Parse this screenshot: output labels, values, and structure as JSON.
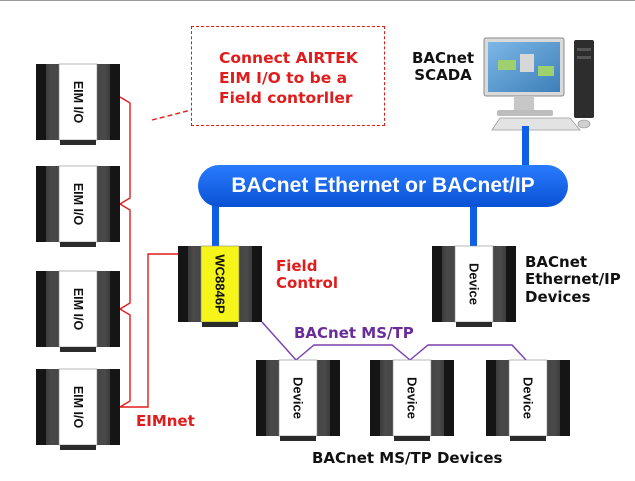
{
  "callout": {
    "lines": [
      "Connect AIRTEK",
      "EIM I/O to be a",
      "Field contorller"
    ]
  },
  "scada": {
    "line1": "BACnet",
    "line2": "SCADA"
  },
  "bus": {
    "label": "BACnet Ethernet or BACnet/IP"
  },
  "field_control": {
    "line1": "Field",
    "line2": "Control",
    "module_label": "WC8846P"
  },
  "ip_devices": {
    "line1": "BACnet",
    "line2": "Ethernet/IP",
    "line3": "Devices",
    "module_label": "Device"
  },
  "mstp": {
    "bus_label": "BACnet MS/TP",
    "devices_label": "BACnet MS/TP Devices",
    "device_labels": [
      "Device",
      "Device",
      "Device"
    ]
  },
  "eim": {
    "module_labels": [
      "EIM I/O",
      "EIM I/O",
      "EIM I/O",
      "EIM I/O"
    ],
    "net_label": "EIMnet"
  },
  "colors": {
    "bus_blue": "#0f5fe6",
    "red": "#e01c1c",
    "purple": "#7a3fb0",
    "module_dark": "#3a3a3a",
    "label_white": "#ffffff",
    "label_yellow": "#f5f51a"
  }
}
